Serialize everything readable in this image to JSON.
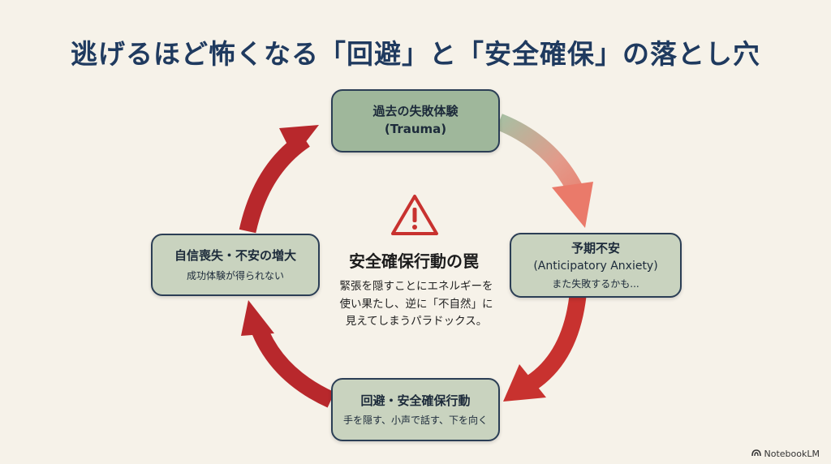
{
  "title": "逃げるほど怖くなる「回避」と「安全確保」の落とし穴",
  "nodes": {
    "top": {
      "line1": "過去の失敗体験",
      "line2": "(Trauma)"
    },
    "right": {
      "line1": "予期不安",
      "line2": "(Anticipatory Anxiety)",
      "sub": "また失敗するかも..."
    },
    "bottom": {
      "line1": "回避・安全確保行動",
      "sub": "手を隠す、小声で話す、下を向く"
    },
    "left": {
      "line1": "自信喪失・不安の増大",
      "sub": "成功体験が得られない"
    }
  },
  "center": {
    "title": "安全確保行動の罠",
    "body1": "緊張を隠すことにエネルギーを",
    "body2": "使い果たし、逆に「不自然」に",
    "body3": "見えてしまうパラドックス。"
  },
  "footer": {
    "brand": "NotebookLM"
  },
  "icons": {
    "center": "warning-icon",
    "footer": "notebooklm-logo-icon"
  },
  "colors": {
    "title": "#1f3a5f",
    "arrow_red": "#b8282c",
    "arrow_salmon": "#e8877a",
    "arrow_green": "#9fb79b",
    "node_fill": "#c9d3bf",
    "node_top_fill": "#9fb79b",
    "node_border": "#2b3e55"
  }
}
